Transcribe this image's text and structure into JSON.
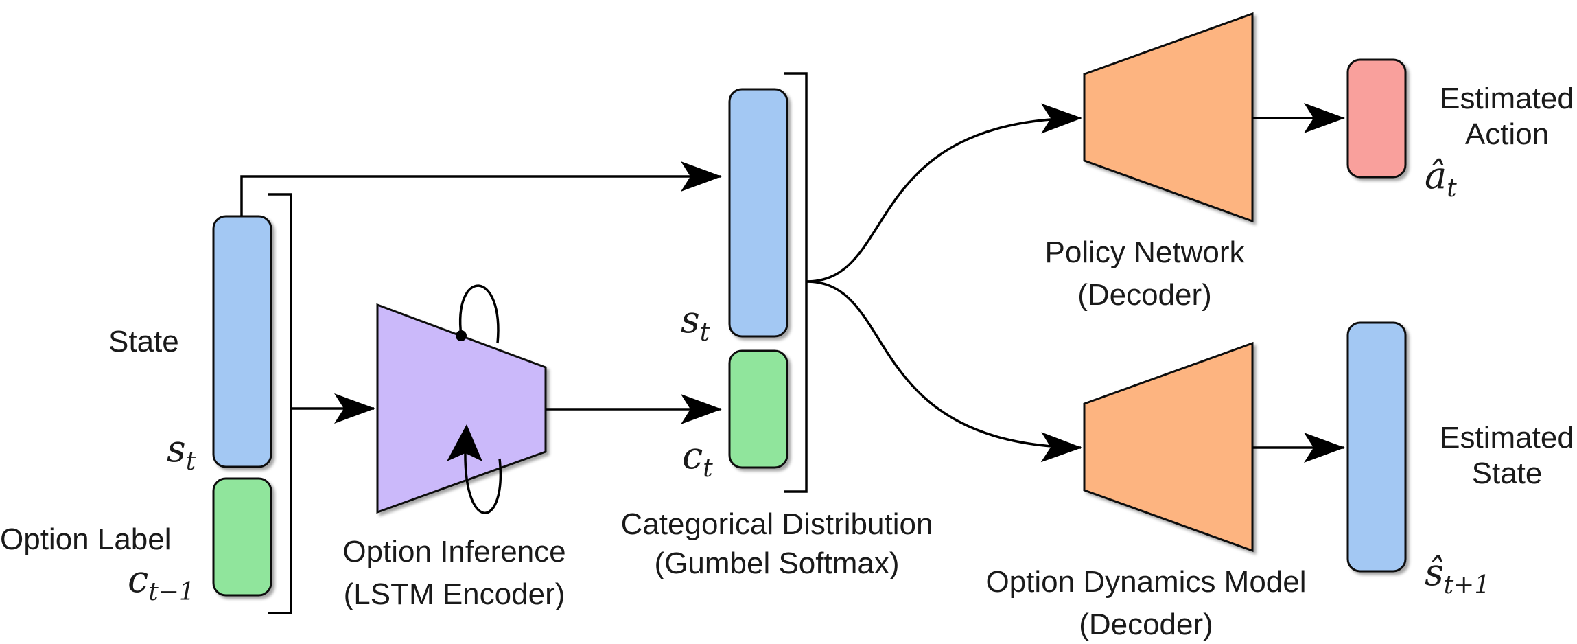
{
  "colors": {
    "state": "#a3c8f3",
    "option": "#90e59c",
    "action": "#f9a09c",
    "encoder": "#cbb9fa",
    "decoder": "#fdb480",
    "line": "#000000"
  },
  "labels": {
    "state": "State",
    "option_label": "Option Label",
    "option_inference_1": "Option Inference",
    "option_inference_2": "(LSTM Encoder)",
    "categorical_1": "Categorical Distribution",
    "categorical_2": "(Gumbel Softmax)",
    "policy_1": "Policy Network",
    "policy_2": "(Decoder)",
    "dynamics_1": "Option Dynamics Model",
    "dynamics_2": "(Decoder)",
    "est_action_1": "Estimated",
    "est_action_2": "Action",
    "est_state_1": "Estimated",
    "est_state_2": "State"
  },
  "math": {
    "s_t_input": {
      "base": "s",
      "sub": "t"
    },
    "c_prev": {
      "base": "c",
      "sub": "t−1"
    },
    "s_t_latent": {
      "base": "s",
      "sub": "t"
    },
    "c_t_latent": {
      "base": "c",
      "sub": "t"
    },
    "a_hat": {
      "base": "â",
      "sub": "t"
    },
    "s_hat": {
      "base": "ŝ",
      "sub": "t+1"
    }
  }
}
